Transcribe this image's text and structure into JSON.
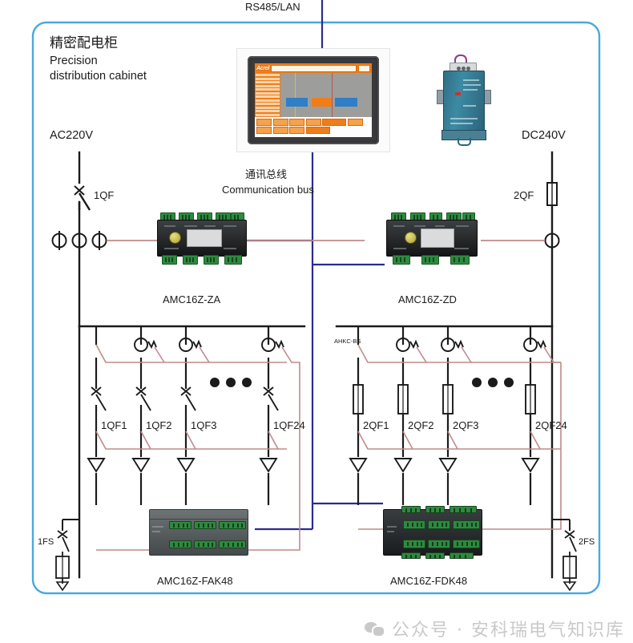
{
  "diagram": {
    "title_cn": "精密配电柜",
    "title_en_line1": "Precision",
    "title_en_line2": "distribution cabinet",
    "network_label": "RS485/LAN",
    "bus_label_cn": "通讯总线",
    "bus_label_en": "Communication bus",
    "left_supply": "AC220V",
    "right_supply": "DC240V",
    "left_main_breaker": "1QF",
    "right_main_breaker": "2QF",
    "left_aux_fuse": "1FS",
    "right_aux_fuse": "2FS",
    "sensor_label": "AHKC-BS",
    "ellipsis": "● ● ●"
  },
  "devices": {
    "hmi": {
      "brand": "Acrel"
    },
    "meter_left": {
      "label": "AMC16Z-ZA"
    },
    "meter_right": {
      "label": "AMC16Z-ZD"
    },
    "module_left": {
      "label": "AMC16Z-FAK48"
    },
    "module_right": {
      "label": "AMC16Z-FDK48"
    }
  },
  "left_branches": [
    {
      "label": "1QF1"
    },
    {
      "label": "1QF2"
    },
    {
      "label": "1QF3"
    },
    {
      "label": "1QF24"
    }
  ],
  "right_branches": [
    {
      "label": "2QF1"
    },
    {
      "label": "2QF2"
    },
    {
      "label": "2QF3"
    },
    {
      "label": "2QF24"
    }
  ],
  "footer": {
    "watermark": "公众号 · 安科瑞电气知识库"
  },
  "colors": {
    "cabinet_border": "#4aa8e0",
    "wire_power": "#1b1b1b",
    "wire_signal": "#c08a8a",
    "wire_comm": "#2b2b8f",
    "accent_orange": "#f07d18",
    "terminal_green": "#2d8a3e"
  }
}
